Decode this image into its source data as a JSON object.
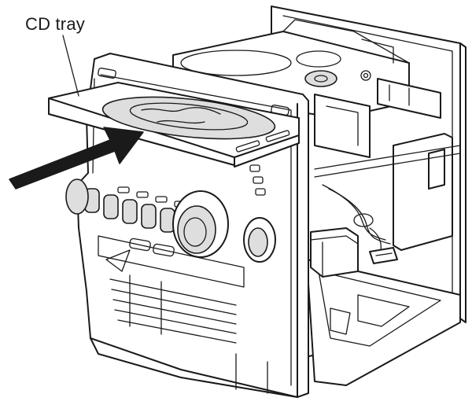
{
  "callout": {
    "label": "CD tray",
    "target": "cd-tray"
  },
  "arrow": {
    "meaning": "push-in-direction"
  },
  "colors": {
    "line": "#1a1a1a",
    "arrow_fill": "#1a1a1a",
    "shade": "#dedede",
    "background": "#ffffff"
  }
}
